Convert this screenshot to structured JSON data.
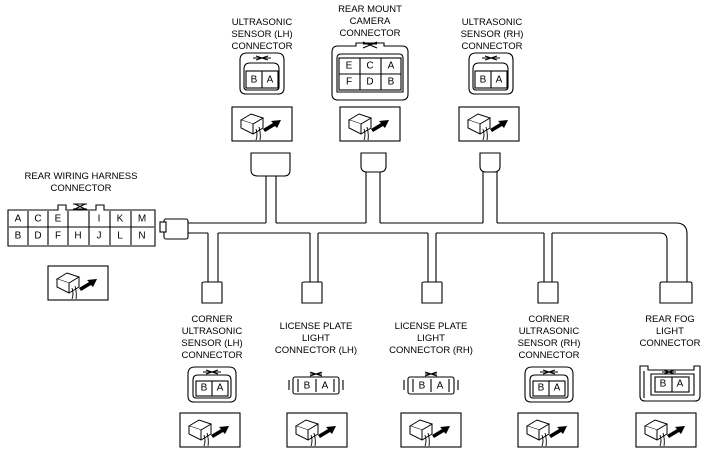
{
  "harness": {
    "rear_wiring": {
      "title_lines": [
        "REAR WIRING HARNESS",
        "CONNECTOR"
      ],
      "pins_top": [
        "A",
        "C",
        "E",
        "",
        "",
        "I",
        "K",
        "M"
      ],
      "pins_bottom": [
        "B",
        "D",
        "F",
        "H",
        "J",
        "L",
        "N"
      ]
    },
    "ultrasonic_lh": {
      "title_lines": [
        "ULTRASONIC",
        "SENSOR (LH)",
        "CONNECTOR"
      ],
      "pins": [
        "B",
        "A"
      ]
    },
    "rear_camera": {
      "title_lines": [
        "REAR MOUNT",
        "CAMERA",
        "CONNECTOR"
      ],
      "pins_top": [
        "E",
        "C",
        "A"
      ],
      "pins_bottom": [
        "F",
        "D",
        "B"
      ]
    },
    "ultrasonic_rh": {
      "title_lines": [
        "ULTRASONIC",
        "SENSOR (RH)",
        "CONNECTOR"
      ],
      "pins": [
        "B",
        "A"
      ]
    },
    "corner_lh": {
      "title_lines": [
        "CORNER",
        "ULTRASONIC",
        "SENSOR (LH)",
        "CONNECTOR"
      ],
      "pins": [
        "B",
        "A"
      ]
    },
    "license_lh": {
      "title_lines": [
        "LICENSE PLATE",
        "LIGHT",
        "CONNECTOR (LH)"
      ],
      "pins": [
        "B",
        "A"
      ]
    },
    "license_rh": {
      "title_lines": [
        "LICENSE PLATE",
        "LIGHT",
        "CONNECTOR (RH)"
      ],
      "pins": [
        "B",
        "A"
      ]
    },
    "corner_rh": {
      "title_lines": [
        "CORNER",
        "ULTRASONIC",
        "SENSOR (RH)",
        "CONNECTOR"
      ],
      "pins": [
        "B",
        "A"
      ]
    },
    "rear_fog": {
      "title_lines": [
        "REAR FOG",
        "LIGHT",
        "CONNECTOR"
      ],
      "pins": [
        "B",
        "A"
      ]
    }
  },
  "colors": {
    "line": "#000000",
    "background": "#ffffff"
  }
}
